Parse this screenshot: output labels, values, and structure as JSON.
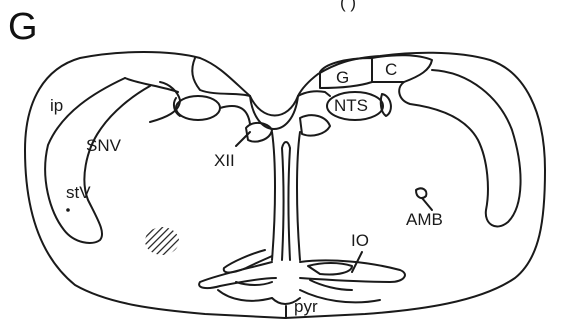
{
  "figure": {
    "panel_letter": "G",
    "top_fragment": "(     )"
  },
  "labels": {
    "ip": "ip",
    "snv": "SNV",
    "stv": "stV",
    "xii": "XII",
    "g": "G",
    "c": "C",
    "nts": "NTS",
    "amb": "AMB",
    "io": "IO",
    "pyr": "pyr"
  },
  "colors": {
    "ink": "#1a1a1a",
    "background": "#ffffff"
  }
}
